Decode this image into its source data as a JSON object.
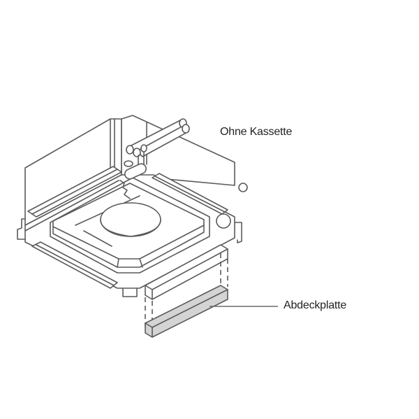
{
  "diagram": {
    "subject": "ceiling cassette air-conditioning unit",
    "labels": {
      "without_cassette": "Ohne Kassette",
      "cover_plate": "Abdeckplatte"
    },
    "colors": {
      "line": "#5a5a5a",
      "text": "#222222",
      "cover_plate_fill": "#d4d4d4",
      "background": "#ffffff"
    }
  }
}
